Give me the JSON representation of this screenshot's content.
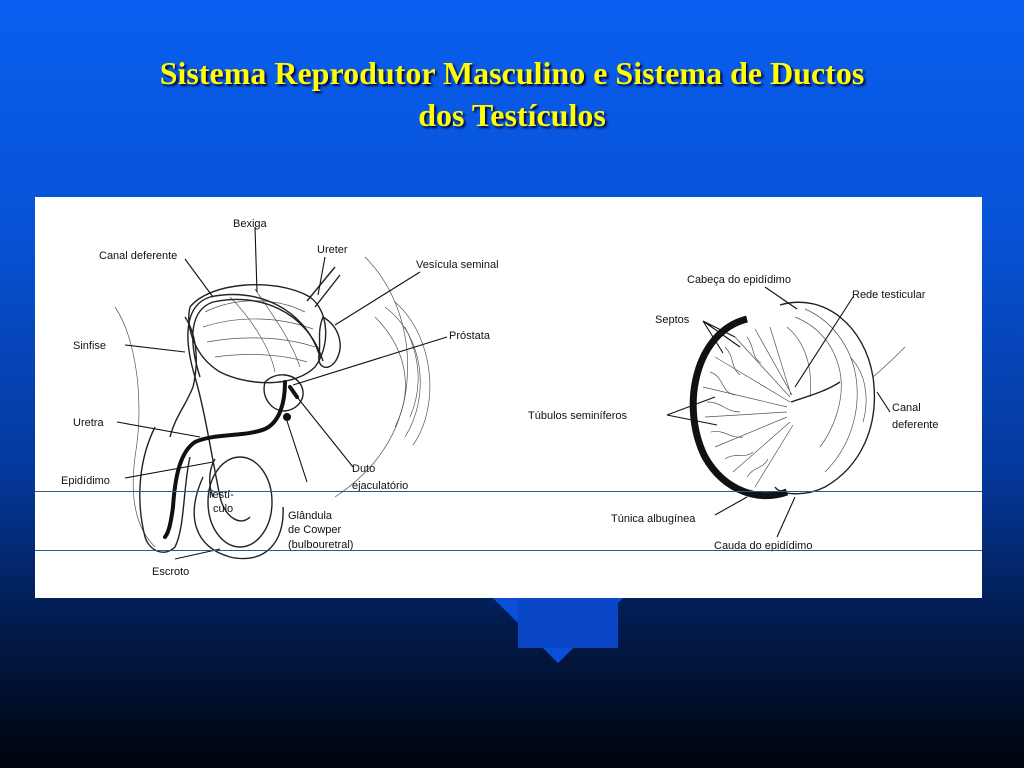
{
  "title": {
    "line1": "Sistema Reprodutor Masculino e Sistema de Ductos",
    "line2": "dos Testículos"
  },
  "colors": {
    "background_top": "#0a5ff0",
    "background_bottom": "#00040c",
    "title": "#ffff00",
    "figure_background": "#ffffff"
  },
  "left_diagram": {
    "labels": {
      "bexiga": "Bexiga",
      "ureter": "Ureter",
      "canal_deferente": "Canal deferente",
      "vesicula_seminal": "Vesícula seminal",
      "sinfise": "Sinfise",
      "prostata": "Próstata",
      "uretra": "Uretra",
      "epididimo": "Epidídimo",
      "testiculo_1": "Testí-",
      "testiculo_2": "culo",
      "duto_1": "Duto",
      "duto_2": "ejaculatório",
      "glandula_1": "Glândula",
      "glandula_2": "de Cowper",
      "glandula_3": "(bulbouretral)",
      "escroto": "Escroto"
    }
  },
  "right_diagram": {
    "labels": {
      "cabeca_epididimo": "Cabeça do epidídimo",
      "rede_testicular": "Rede testicular",
      "septos": "Septos",
      "tubulos": "Túbulos seminíferos",
      "canal_1": "Canal",
      "canal_2": "deferente",
      "tunica": "Túnica albugínea",
      "cauda": "Cauda do epidídimo"
    }
  }
}
